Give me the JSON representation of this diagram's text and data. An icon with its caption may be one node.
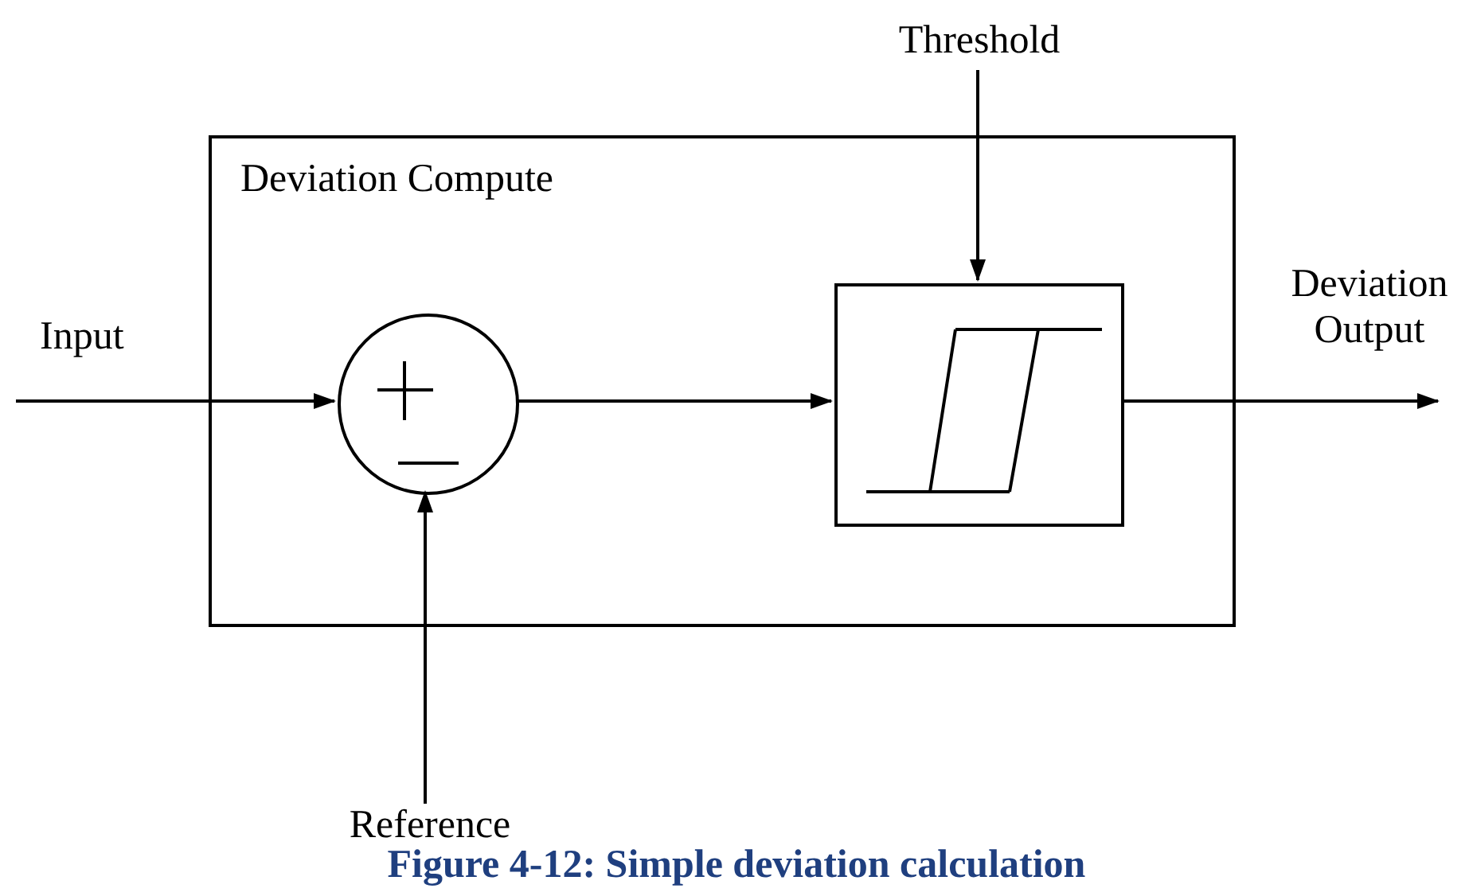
{
  "diagram": {
    "caption": "Figure 4-12: Simple deviation calculation",
    "nodes": [
      {
        "text": [
          "Deviation Compute"
        ]
      },
      {
        "text": [],
        "shape": "circle",
        "in": 0
      },
      {
        "text": [],
        "shape": "box",
        "in": 0
      },
      {
        "text": [
          "Threshold"
        ]
      },
      {
        "text": [
          "Reference"
        ]
      }
    ],
    "edges": [
      {
        "from": null,
        "to": 1,
        "arrow": "to",
        "label": "Input"
      },
      {
        "from": 1,
        "to": 2,
        "arrow": "to"
      },
      {
        "from": 3,
        "to": 2,
        "arrow": "to"
      },
      {
        "from": 4,
        "to": 1,
        "arrow": "to"
      },
      {
        "from": 2,
        "to": null,
        "arrow": "to",
        "label": "Deviation Output"
      }
    ]
  }
}
